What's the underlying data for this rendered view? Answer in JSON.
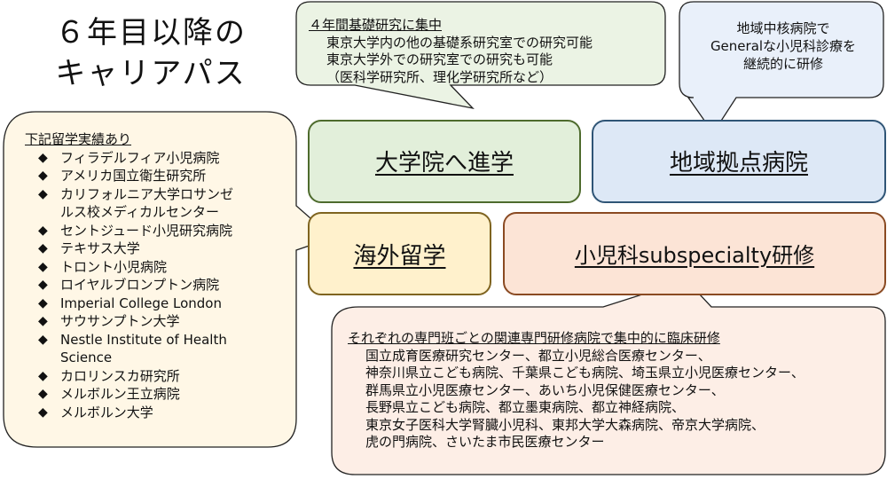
{
  "title": {
    "line1": "６年目以降の",
    "line2": "キャリアパス"
  },
  "boxes": {
    "graduate_school": {
      "label": "大学院へ進学",
      "fill": "#e2efda",
      "border": "#4e6b2d"
    },
    "regional_hospital": {
      "label": "地域拠点病院",
      "fill": "#dde8f6",
      "border": "#2f5576"
    },
    "study_abroad": {
      "label": "海外留学",
      "fill": "#fff1cc",
      "border": "#7f6420"
    },
    "subspecialty": {
      "label": "小児科subspecialty研修",
      "fill": "#fce4d6",
      "border": "#8a4a22"
    }
  },
  "callouts": {
    "research": {
      "heading": "４年間基礎研究に集中",
      "lines": [
        "東京大学内の他の基礎系研究室での研究可能",
        "東京大学外での研究室での研究も可能",
        "（医科学研究所、理化学研究所など）"
      ],
      "fill": "#ebf3e4"
    },
    "regional": {
      "lines": [
        "地域中核病院で",
        "Generalな小児科診療を",
        "継続的に研修"
      ],
      "fill": "#e9f0fa"
    },
    "abroad": {
      "heading": "下記留学実績あり",
      "bullet": "◆",
      "items": [
        "フィラデルフィア小児病院",
        "アメリカ国立衛生研究所",
        "カリフォルニア大学ロサンゼ\nルス校メディカルセンター",
        "セントジュード小児研究病院",
        "テキサス大学",
        "トロント小児病院",
        "ロイヤルブロンプトン病院",
        "Imperial College London",
        "サウサンプトン大学",
        "Nestle Institute of Health\nScience",
        "カロリンスカ研究所",
        "メルボルン王立病院",
        "メルボルン大学"
      ],
      "fill": "#fff7e6"
    },
    "subspecialty": {
      "heading": "それぞれの専門班ごとの関連専門研修病院で集中的に臨床研修",
      "lines": [
        "国立成育医療研究センター、都立小児総合医療センター、",
        "神奈川県立こども病院、千葉県こども病院、埼玉県立小児医療センター、",
        "群馬県立小児医療センター、あいち小児保健医療センター、",
        "長野県立こども病院、都立墨東病院、都立神経病院、",
        "東京女子医科大学腎臓小児科、東邦大学大森病院、帝京大学病院、",
        "虎の門病院、さいたま市民医療センター"
      ],
      "fill": "#fdeee6"
    }
  }
}
